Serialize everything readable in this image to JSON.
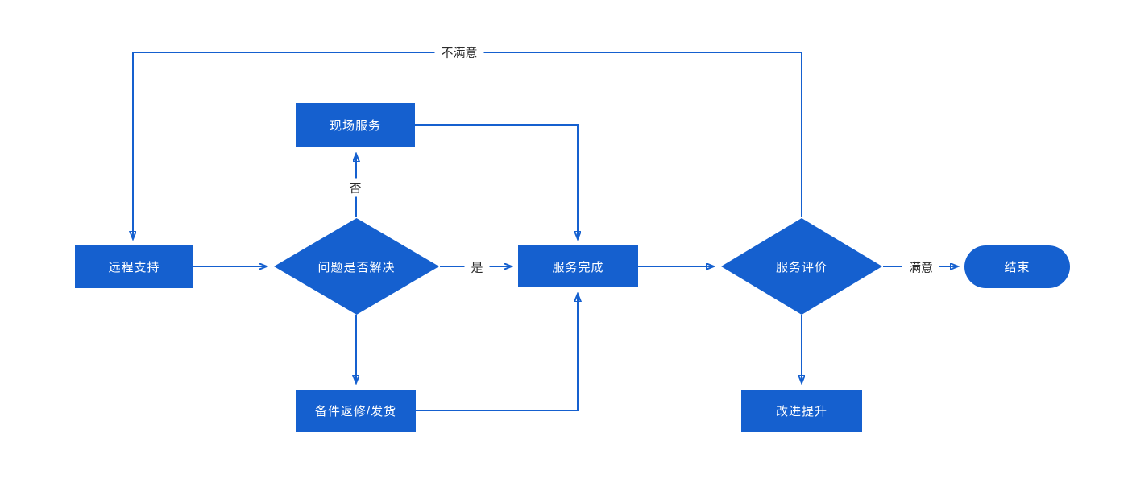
{
  "diagram": {
    "nodes": {
      "remote_support": "远程支持",
      "onsite_service": "现场服务",
      "decision_solved": "问题是否解决",
      "service_complete": "服务完成",
      "parts_repair": "备件返修/发货",
      "decision_evaluation": "服务评价",
      "end": "结束",
      "improve": "改进提升"
    },
    "edge_labels": {
      "unsatisfied": "不满意",
      "no": "否",
      "yes": "是",
      "satisfied": "满意"
    },
    "colors": {
      "node_fill": "#1560cf",
      "node_text": "#ffffff",
      "edge": "#1560cf",
      "label_text": "#2b2b2b",
      "background": "#ffffff"
    }
  }
}
